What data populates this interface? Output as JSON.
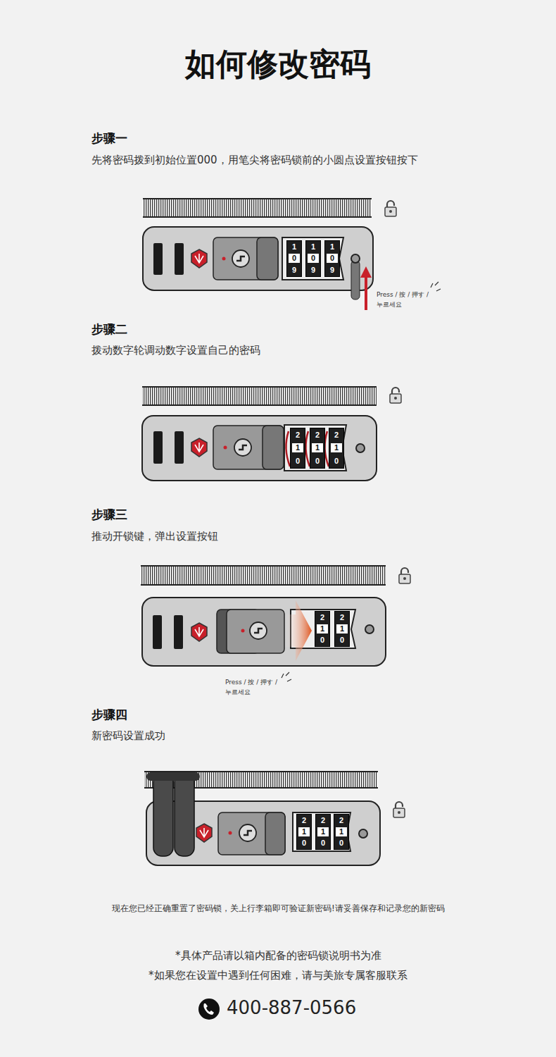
{
  "diagram": {
    "title": "如何修改密码",
    "nodes": [
      {
        "text": [
          "1",
          "0",
          "9"
        ]
      },
      {
        "text": [
          "1",
          "0",
          "9"
        ]
      },
      {
        "text": [
          "1",
          "0",
          "9"
        ]
      },
      {
        "text": [
          "2",
          "1",
          "0"
        ]
      },
      {
        "text": [
          "2",
          "1",
          "0"
        ]
      },
      {
        "text": [
          "2",
          "1",
          "0"
        ]
      },
      {
        "text": [
          "2",
          "1",
          "0"
        ]
      },
      {
        "text": [
          "2",
          "1",
          "0"
        ]
      },
      {
        "text": [
          "2",
          "1",
          "0"
        ]
      },
      {
        "text": [
          "2",
          "1",
          "0"
        ]
      },
      {
        "text": [
          "2",
          "1",
          "0"
        ]
      }
    ],
    "labels": [
      "步骤一",
      "先将密码拨到初始位置000，用笔尖将密码锁前的小圆点设置按钮按下",
      "Press / 按 / 押す /",
      "누르세요",
      "步骤二",
      "拨动数字轮调动数字设置自己的密码",
      "步骤三",
      "推动开锁键，弹出设置按钮",
      "Press / 按 / 押す /",
      "누르세요",
      "步骤四",
      "新密码设置成功",
      "现在您已经正确重置了密码锁，关上行李箱即可验证新密码!请妥善保存和记录您的新密码",
      "*具体产品请以箱内配备的密码锁说明书为准",
      "*如果您在设置中遇到任何困难，请与美旅专属客服联系",
      "400-887-0566"
    ]
  }
}
